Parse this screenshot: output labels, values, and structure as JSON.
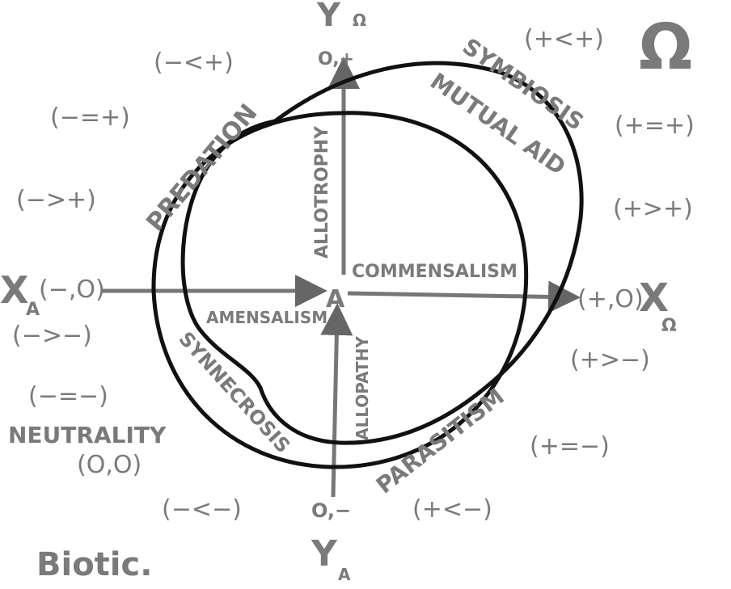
{
  "axes": {
    "y_top": "Y",
    "y_top_sub": "Ω",
    "y_top_value": "O,+",
    "y_bottom": "Y",
    "y_bottom_sub": "A",
    "y_bottom_value": "O,−",
    "x_left": "X",
    "x_left_sub": "A",
    "x_left_value": "(−,O)",
    "x_right": "X",
    "x_right_sub": "Ω",
    "x_right_value": "(+,O)",
    "origin": "A"
  },
  "corner_labels": {
    "omega": "Ω",
    "biotic": "Biotic."
  },
  "relations": {
    "symbiosis": "SYMBIOSIS",
    "mutual_aid": "MUTUAL AID",
    "predation": "PREDATION",
    "allotrophy": "ALLOTROPHY",
    "commensalism": "COMMENSALISM",
    "amensalism": "AMENSALISM",
    "synnecrosis": "SYNNECROSIS",
    "allopathy": "ALLOPATHY",
    "parasitism": "PARASITISM",
    "neutrality": "NEUTRALITY",
    "neutrality_value": "(O,O)"
  },
  "signs": {
    "top_left": "(−<+)",
    "left_1": "(−=+)",
    "left_2": "(−>+)",
    "left_3": "(−>−)",
    "left_4": "(−=−)",
    "bottom_left": "(−<−)",
    "top_right": "(+<+)",
    "right_1": "(+=+)",
    "right_2": "(+>+)",
    "right_3": "(+>−)",
    "right_4": "(+=−)",
    "bottom_right": "(+<−)"
  }
}
